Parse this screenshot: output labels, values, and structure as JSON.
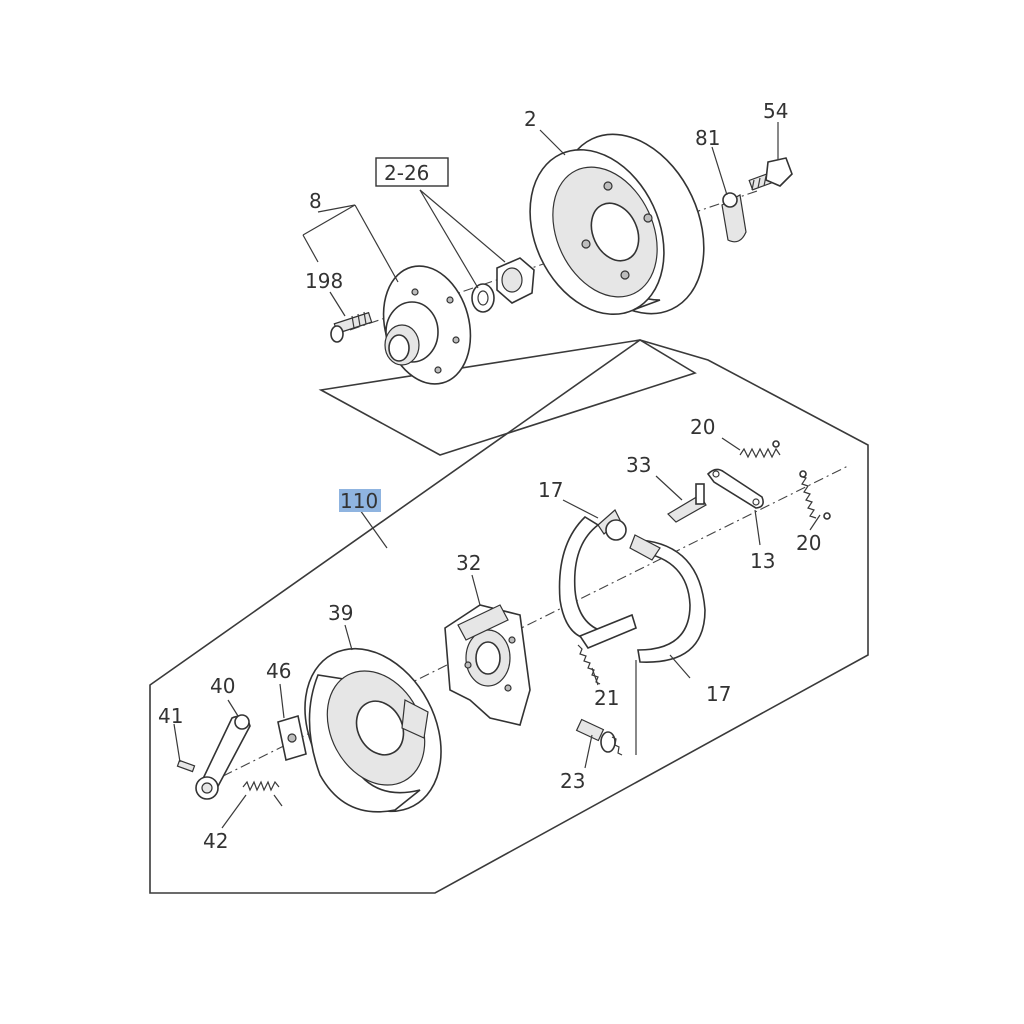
{
  "diagram": {
    "callouts": {
      "c2": "2",
      "c54": "54",
      "c81": "81",
      "c2_26": "2-26",
      "c8": "8",
      "c198": "198",
      "c110": "110",
      "c20a": "20",
      "c33": "33",
      "c17a": "17",
      "c13": "13",
      "c20b": "20",
      "c32": "32",
      "c39": "39",
      "c40": "40",
      "c46": "46",
      "c41": "41",
      "c21": "21",
      "c17b": "17",
      "c23": "23",
      "c42": "42"
    },
    "highlighted_callout": "110",
    "colors": {
      "line": "#333333",
      "highlight": "#8fb4e0",
      "background": "#ffffff"
    }
  }
}
